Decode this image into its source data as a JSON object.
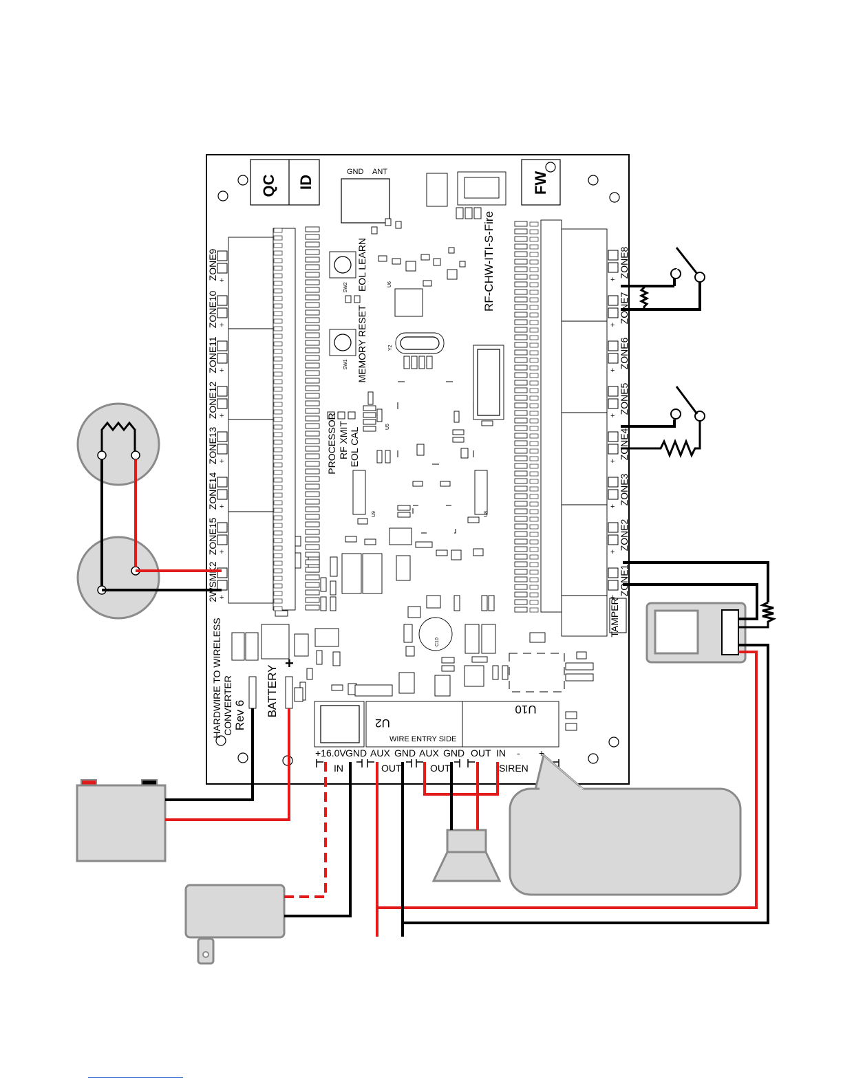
{
  "board": {
    "qc_label": "QC",
    "id_label": "ID",
    "fw_label": "FW",
    "gnd_label": "GND",
    "ant_label": "ANT",
    "model_label": "RF-CHW-ITI-S-Fire",
    "eol_learn": "EOL LEARN",
    "memory_reset": "MEMORY RESET",
    "sw1": "SW1",
    "sw2": "SW2",
    "rf_xmit": "RF XMIT",
    "eol_cal": "EOL CAL",
    "processor": "PROCESSOR",
    "u2": "U2",
    "u10": "U10",
    "wire_entry": "WIRE ENTRY SIDE",
    "battery": "BATTERY",
    "battery_plus": "+",
    "converter_line1": "HARDWIRE TO WIRELESS",
    "converter_line2": "CONVERTER",
    "converter_line3": "Rev 6",
    "tamper": "TAMPER",
    "y2": "Y2",
    "c10": "C10",
    "u6": "U6",
    "u9": "U9",
    "u8": "U8"
  },
  "zones_left": [
    "ZONE9",
    "ZONE10",
    "ZONE11",
    "ZONE12",
    "ZONE13",
    "ZONE14",
    "ZONE15",
    "2WSMK2"
  ],
  "zones_right": [
    "ZONE8",
    "ZONE7",
    "ZONE6",
    "ZONE5",
    "ZONE4",
    "ZONE3",
    "ZONE2",
    "ZONE1"
  ],
  "terminal_polarity": {
    "plus": "+",
    "minus": "-"
  },
  "bottom_terminals": {
    "labels": [
      "+16.0V",
      "GND",
      "AUX",
      "GND",
      "AUX",
      "GND",
      "OUT",
      "IN",
      "-",
      "+"
    ],
    "groups": [
      "IN",
      "OUT",
      "OUT",
      "SIREN"
    ]
  },
  "colors": {
    "wire_black": "#000000",
    "wire_red": "#e21a1a",
    "device_grey": "#d9d9d9",
    "device_outline": "#8a8a8a"
  },
  "icons": [
    "smoke-detector-icon",
    "resistor-icon",
    "switch-icon",
    "battery-icon",
    "power-adapter-icon",
    "siren-speaker-icon",
    "keypad-icon",
    "speech-bubble-icon"
  ]
}
